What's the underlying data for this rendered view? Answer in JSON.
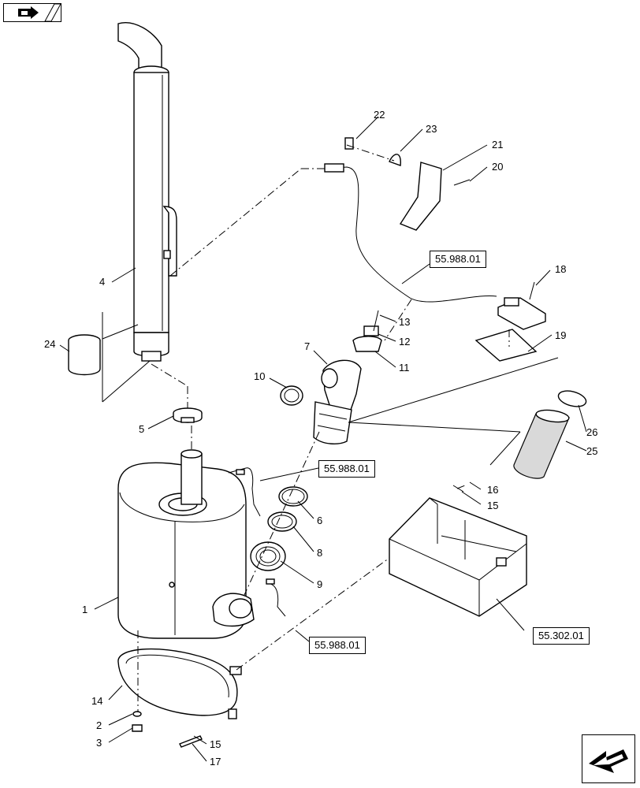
{
  "diagram": {
    "callouts": [
      {
        "id": "c1",
        "label": "1"
      },
      {
        "id": "c2",
        "label": "2"
      },
      {
        "id": "c3",
        "label": "3"
      },
      {
        "id": "c4",
        "label": "4"
      },
      {
        "id": "c5",
        "label": "5"
      },
      {
        "id": "c6",
        "label": "6"
      },
      {
        "id": "c7",
        "label": "7"
      },
      {
        "id": "c8",
        "label": "8"
      },
      {
        "id": "c9",
        "label": "9"
      },
      {
        "id": "c10",
        "label": "10"
      },
      {
        "id": "c11",
        "label": "11"
      },
      {
        "id": "c12",
        "label": "12"
      },
      {
        "id": "c13",
        "label": "13"
      },
      {
        "id": "c14",
        "label": "14"
      },
      {
        "id": "c15a",
        "label": "15"
      },
      {
        "id": "c15b",
        "label": "15"
      },
      {
        "id": "c16",
        "label": "16"
      },
      {
        "id": "c17",
        "label": "17"
      },
      {
        "id": "c18",
        "label": "18"
      },
      {
        "id": "c19",
        "label": "19"
      },
      {
        "id": "c20",
        "label": "20"
      },
      {
        "id": "c21",
        "label": "21"
      },
      {
        "id": "c22",
        "label": "22"
      },
      {
        "id": "c23",
        "label": "23"
      },
      {
        "id": "c24",
        "label": "24"
      },
      {
        "id": "c25",
        "label": "25"
      },
      {
        "id": "c26",
        "label": "26"
      }
    ],
    "references": {
      "ref_top": "55.988.01",
      "ref_mid": "55.988.01",
      "ref_low": "55.988.01",
      "ref_box": "55.302.01"
    }
  },
  "nav": {
    "top_icon": "view-toggle-icon",
    "bottom_icon": "next-page-arrow-icon"
  }
}
